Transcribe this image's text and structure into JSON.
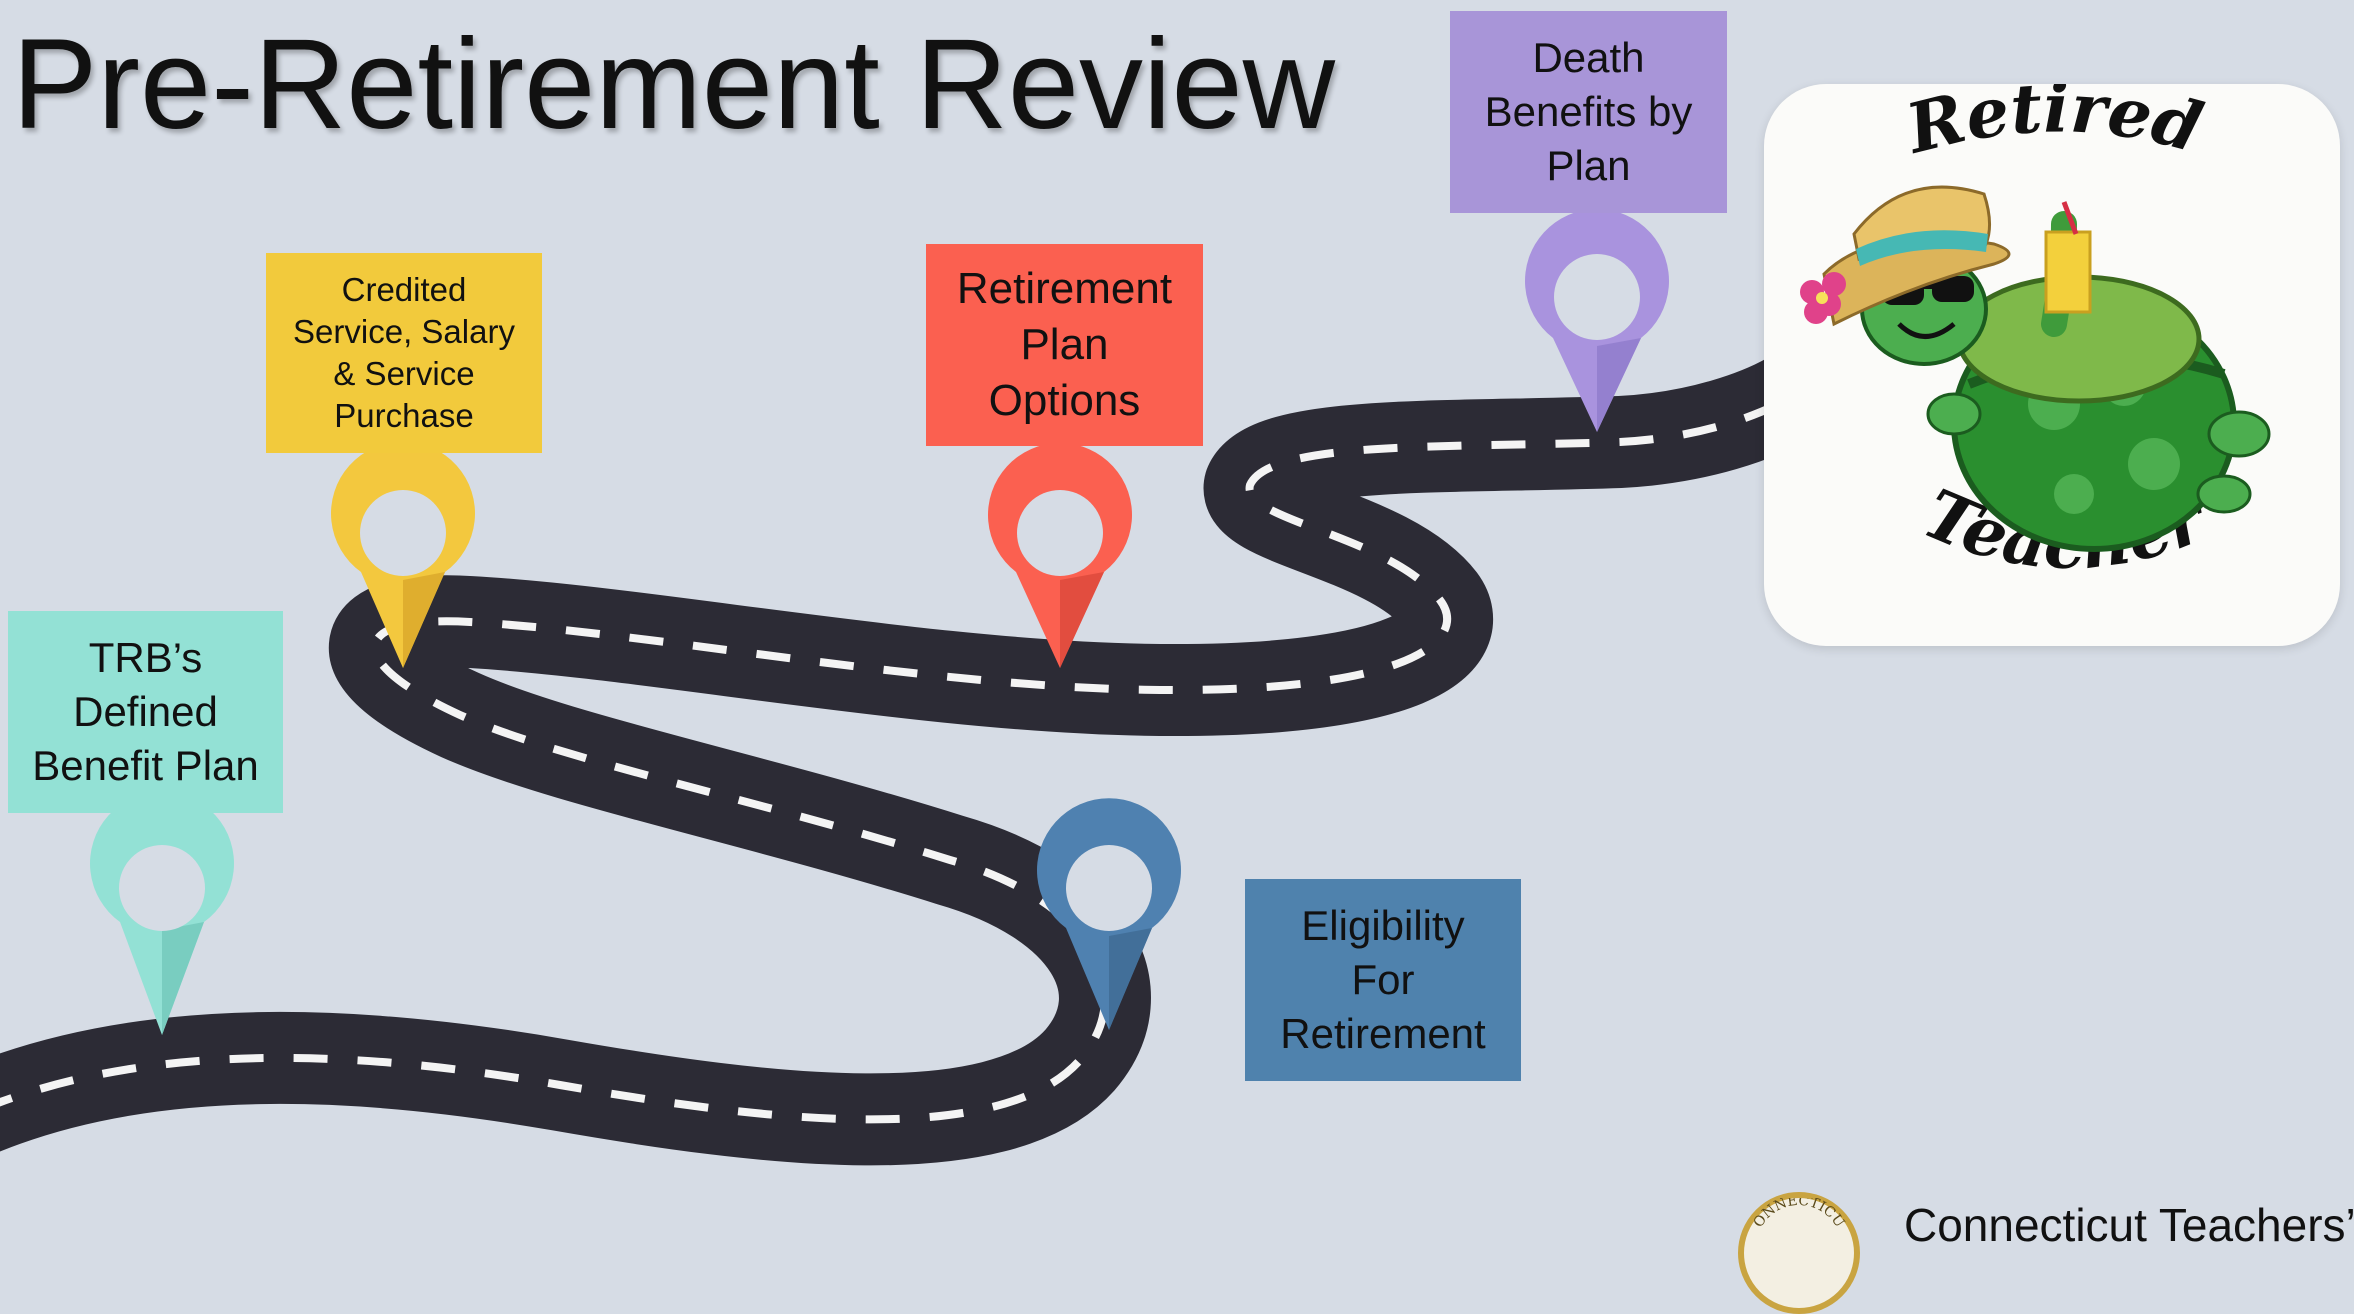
{
  "slide": {
    "title": "Pre-Retirement Review",
    "milestones": [
      {
        "id": "defined-benefit",
        "text": "TRB’s\nDefined\nBenefit Plan",
        "color": "#93e1d5",
        "pin_color": "#93e1d5"
      },
      {
        "id": "credited-service",
        "text": "Credited\nService, Salary\n& Service\nPurchase",
        "color": "#f2ca3c",
        "pin_color": "#f3c83e"
      },
      {
        "id": "plan-options",
        "text": "Retirement\nPlan\nOptions",
        "color": "#fb6050",
        "pin_color": "#fb6050"
      },
      {
        "id": "death-benefits",
        "text": "Death\nBenefits by\nPlan",
        "color": "#a895d8",
        "pin_color": "#a993de"
      },
      {
        "id": "eligibility",
        "text": "Eligibility\nFor\nRetirement",
        "color": "#4f82ad",
        "pin_color": "#4f81b0"
      }
    ],
    "logo": {
      "top_text": "Retired",
      "bottom_text": "Teacher"
    },
    "footer_text": "Connecticut Teachers’",
    "footer_seal_text": "ONNECTICU",
    "colors": {
      "background": "#d6dce5",
      "road": "#2c2b35",
      "road_marking": "#f4f4f4"
    }
  }
}
